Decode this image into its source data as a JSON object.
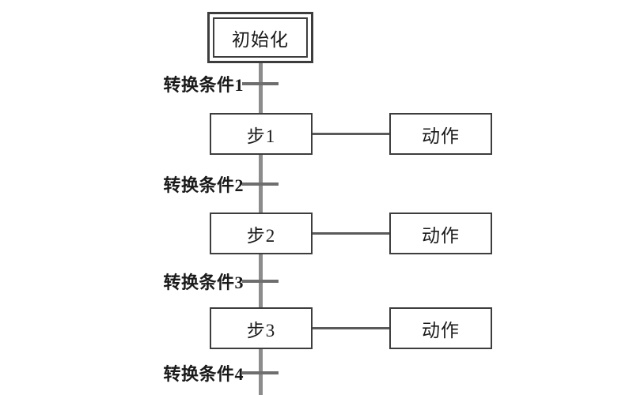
{
  "diagram": {
    "title_text": "",
    "type": "sequential-function-chart",
    "colors": {
      "background": "#ffffff",
      "box_border": "#3d3d3d",
      "trunk_line": "#8c8c8c",
      "tick_mark": "#6e6e6e",
      "connector": "#5a5a5a",
      "text": "#1a1a1a"
    },
    "initial_step": {
      "label": "初始化"
    },
    "steps": [
      {
        "label": "步1",
        "action": "动作"
      },
      {
        "label": "步2",
        "action": "动作"
      },
      {
        "label": "步3",
        "action": "动作"
      }
    ],
    "transitions": [
      {
        "label": "转换条件1"
      },
      {
        "label": "转换条件2"
      },
      {
        "label": "转换条件3"
      },
      {
        "label": "转换条件4"
      }
    ]
  }
}
